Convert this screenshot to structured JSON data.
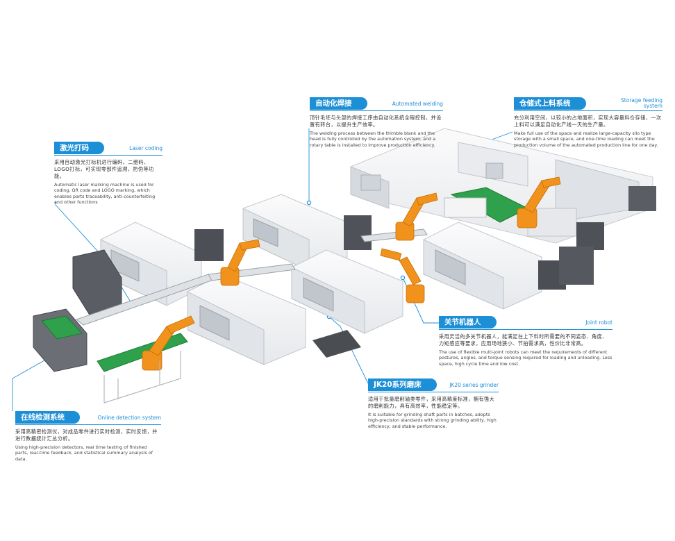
{
  "colors": {
    "accent": "#1d8fd6",
    "robot": "#f0921c",
    "machine": "#eef0f2",
    "dark": "#4a4d52"
  },
  "callouts": {
    "laser": {
      "title": "激光打码",
      "title_en": "Laser coding",
      "text_zh": "采用自动激光打标机进行编码、二维码、LOGO打标，可实现零部件追溯，防伪等功能。",
      "text_en": "Automatic laser marking machine is used for coding, QR code and LOGO marking, which enables parts traceability, anti-counterfeiting and other functions"
    },
    "welding": {
      "title": "自动化焊接",
      "title_en": "Automated welding",
      "text_zh": "顶针毛坯与头部的焊接工序由自动化系统全程控制，并设置有转台，以提升生产效率。",
      "text_en": "The welding process between the thimble blank and the head is fully controlled by the automation system, and a rotary table is installed to improve production efficiency."
    },
    "storage": {
      "title": "仓储式上料系统",
      "title_en": "Storage feeding system",
      "text_zh": "充分利用空间，以较小的占地面积，实现大容量料仓存储，一次上料可以满足自动化产线一天的生产量。",
      "text_en": "Make full use of the space and realize large-capacity silo type storage with a small space, and one-time loading can meet the production volume of the automated production line for one day."
    },
    "robot": {
      "title": "关节机器人",
      "title_en": "Joint robot",
      "text_zh": "采用灵活的多关节机器人，能满足在上下料时所需要的不同姿态、角度、力矩感应等要求，应用场地狭小、节拍需求高，性价比非常高。",
      "text_en": "The use of flexible multi-joint robots can meet the requirements of different postures, angles, and torque sensing required for loading and unloading. Less space, high cycle time and low cost."
    },
    "grinder": {
      "title": "JK20系列磨床",
      "title_en": "JK20 series grinder",
      "text_zh": "适用于批量磨削轴类零件，采用高精度标准，拥有强大的磨削能力，具有高效率，性能稳定等。",
      "text_en": "It is suitable for grinding shaft parts in batches, adopts high-precision standards with strong grinding ability, high efficiency, and stable performance."
    },
    "detection": {
      "title": "在线检测系统",
      "title_en": "Online detection system",
      "text_zh": "采用高精密检测仪，对成品零件进行实时检测，实时反馈，并进行数据统计汇总分析。",
      "text_en": "Using high-precision detectors, real time testing of finished parts, real-time feedback, and statistical summary analysis of data."
    }
  }
}
